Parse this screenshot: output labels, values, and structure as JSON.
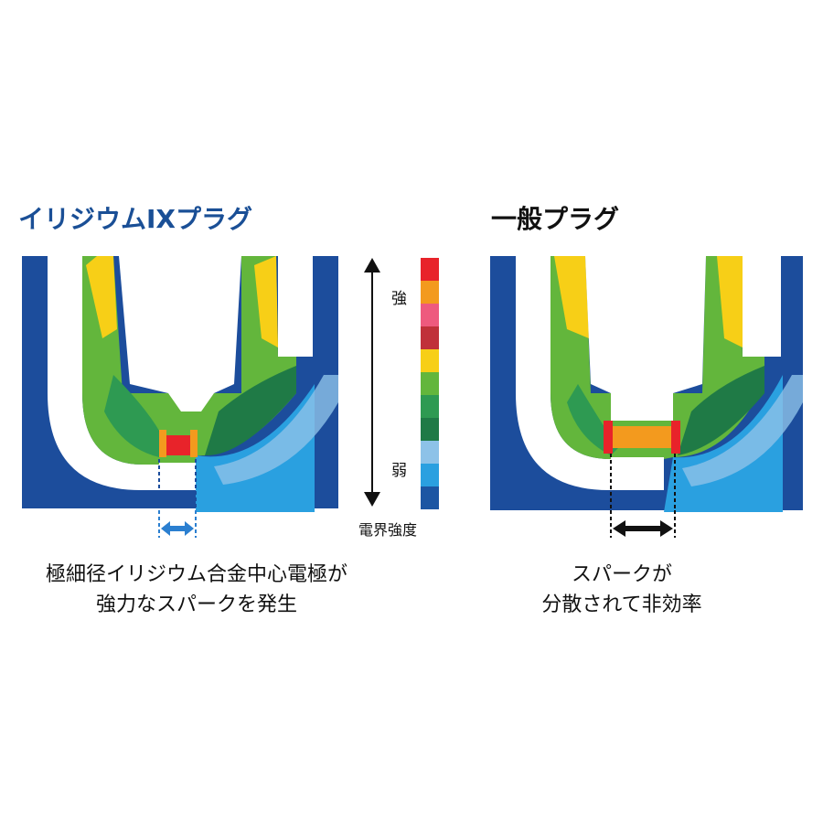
{
  "left": {
    "title": "イリジウムIXプラグ",
    "caption_line1": "極細径イリジウム合金中心電極が",
    "caption_line2": "強力なスパークを発生"
  },
  "right": {
    "title": "一般プラグ",
    "caption_line1": "スパークが",
    "caption_line2": "分散されて非効率"
  },
  "scale": {
    "strong_label": "強",
    "weak_label": "弱",
    "legend_label": "電界強度",
    "colors": [
      "#e8232a",
      "#f39a1e",
      "#ee5a7e",
      "#c0313a",
      "#f7cf17",
      "#63b63c",
      "#2e9a52",
      "#1f7a46",
      "#8dc2e8",
      "#2aa0e0",
      "#1c56a3"
    ]
  },
  "colors": {
    "background_blue": "#1c4d9c",
    "left_title": "#1a4f96",
    "left_arrow": "#2b7fd0",
    "right_arrow": "#111111"
  }
}
